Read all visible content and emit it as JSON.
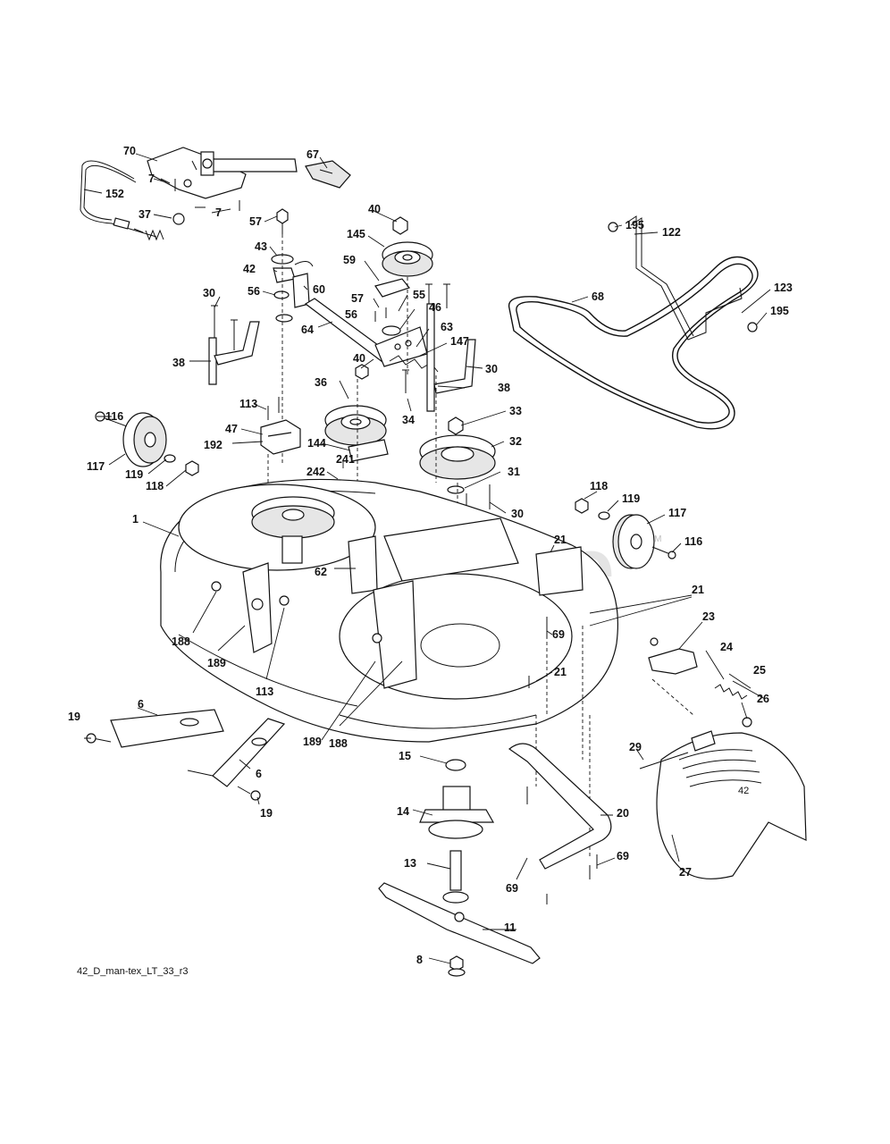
{
  "watermark": "PartsTree",
  "watermark_tm": "TM",
  "reference_code": "42_D_man-tex_LT_33_r3",
  "badge_text": "42",
  "labels": {
    "l70": "70",
    "l67": "67",
    "l7a": "7",
    "l7b": "7",
    "l152": "152",
    "l37": "37",
    "l57a": "57",
    "l43": "43",
    "l42": "42",
    "l56a": "56",
    "l60": "60",
    "l30a": "30",
    "l64": "64",
    "l38a": "38",
    "l40a": "40",
    "l145": "145",
    "l59": "59",
    "l57b": "57",
    "l55": "55",
    "l56b": "56",
    "l46": "46",
    "l63": "63",
    "l147": "147",
    "l40b": "40",
    "l30b": "30",
    "l38b": "38",
    "l36": "36",
    "l34": "34",
    "l33": "33",
    "l32": "32",
    "l31": "31",
    "l30c": "30",
    "l113a": "113",
    "l47": "47",
    "l192": "192",
    "l144": "144",
    "l241": "241",
    "l242": "242",
    "l116a": "116",
    "l117a": "117",
    "l119a": "119",
    "l118a": "118",
    "l195a": "195",
    "l122": "122",
    "l68": "68",
    "l123": "123",
    "l195b": "195",
    "l118b": "118",
    "l119b": "119",
    "l117b": "117",
    "l116b": "116",
    "l1": "1",
    "l21a": "21",
    "l62": "62",
    "l21b": "21",
    "l23": "23",
    "l69a": "69",
    "l24": "24",
    "l25": "25",
    "l21c": "21",
    "l188a": "188",
    "l189a": "189",
    "l113b": "113",
    "l26": "26",
    "l6a": "6",
    "l19a": "19",
    "l189b": "189",
    "l188b": "188",
    "l15": "15",
    "l29": "29",
    "l6b": "6",
    "l19b": "19",
    "l14": "14",
    "l20": "20",
    "l27": "27",
    "l13": "13",
    "l69b": "69",
    "l69c": "69",
    "l11": "11",
    "l8": "8"
  }
}
